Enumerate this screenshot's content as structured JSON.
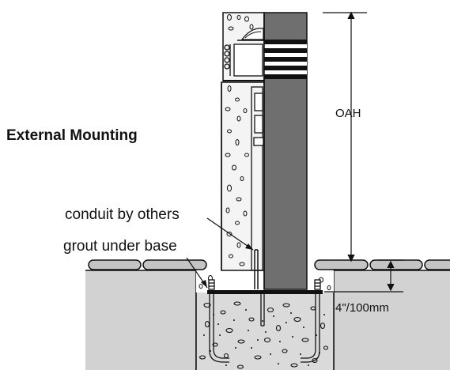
{
  "diagram": {
    "title": "External Mounting",
    "labels": {
      "conduit": "conduit by others",
      "grout": "grout under base",
      "overall_height": "OAH",
      "depth": "4\"/100mm"
    },
    "colors": {
      "post_body": "#6f6f6f",
      "concrete_fill": "#f4f4f4",
      "ground_fill": "#d2d2d2",
      "footing_fill": "#dadada",
      "paver_fill": "#c4c4c4",
      "line": "#111111"
    }
  }
}
